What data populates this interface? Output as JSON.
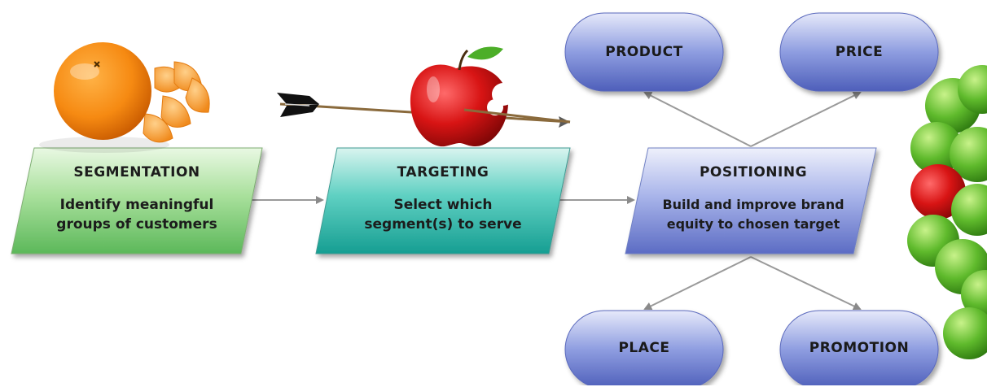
{
  "steps": [
    {
      "title": "SEGMENTATION",
      "desc": "Identify meaningful\ngroups of customers"
    },
    {
      "title": "TARGETING",
      "desc": "Select which\nsegment(s) to serve"
    },
    {
      "title": "POSITIONING",
      "desc": "Build and improve brand\nequity to chosen target"
    }
  ],
  "mix": {
    "product": "PRODUCT",
    "price": "PRICE",
    "place": "PLACE",
    "promotion": "PROMOTION"
  },
  "colors": {
    "segmentation": "#9ad78e",
    "targeting": "#45c1b5",
    "positioning": "#8f9fe0",
    "pill": "#7f8fd0",
    "connector": "#9a9a9a"
  },
  "icons": [
    "orange-icon",
    "arrow-icon",
    "apple-icon",
    "apple-pile-icon"
  ]
}
